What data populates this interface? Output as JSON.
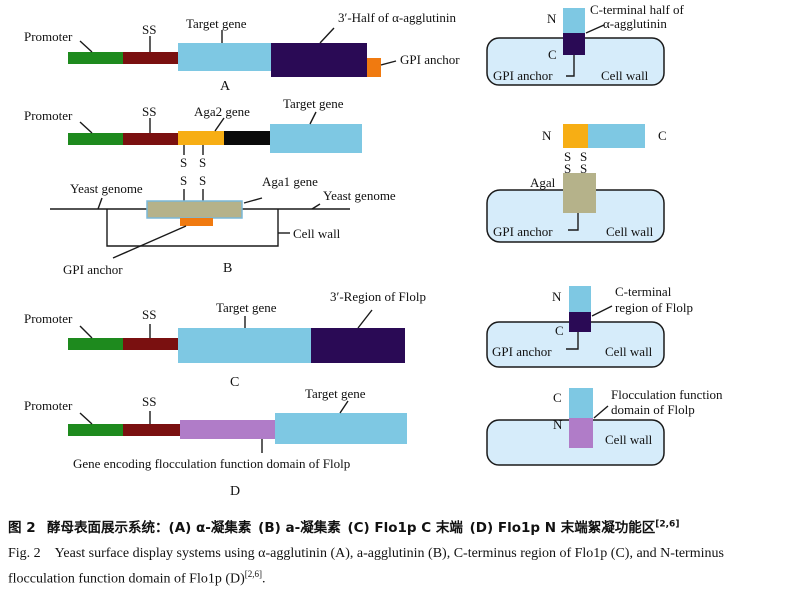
{
  "colors": {
    "promoter": "#1e8a1e",
    "ss": "#7a1010",
    "target": "#7ec8e3",
    "anchor_dark": "#2a0a55",
    "gpi": "#f07a10",
    "aga2": "#f7ae14",
    "black": "#0a0a0a",
    "aga1": "#b5b28a",
    "floc": "#b07cc8",
    "cellwall_fill": "#d6ecfa",
    "outline": "#1a1a1a"
  },
  "panelA": {
    "promoter": "Promoter",
    "ss": "SS",
    "target": "Target gene",
    "half": "3′-Half of α-agglutinin",
    "gpi": "GPI anchor",
    "letter": "A",
    "side": {
      "n": "N",
      "c": "C",
      "top_label_1": "C-terminal half of",
      "top_label_2": "α-agglutinin",
      "gpi": "GPI anchor",
      "wall": "Cell wall"
    }
  },
  "panelB": {
    "promoter": "Promoter",
    "ss": "SS",
    "aga2": "Aga2 gene",
    "target": "Target gene",
    "s": "S",
    "yeast_genome": "Yeast genome",
    "aga1": "Aga1 gene",
    "yeast_genome_2": "Yeast genome",
    "cell_wall": "Cell wall",
    "gpi": "GPI anchor",
    "letter": "B",
    "side": {
      "n": "N",
      "c": "C",
      "s": "S",
      "agal": "Agal",
      "gpi": "GPI anchor",
      "wall": "Cell wall"
    }
  },
  "panelC": {
    "promoter": "Promoter",
    "ss": "SS",
    "target": "Target gene",
    "region": "3′-Region of Flolp",
    "letter": "C",
    "side": {
      "n": "N",
      "c": "C",
      "top_label_1": "C-terminal",
      "top_label_2": "region of Flolp",
      "gpi": "GPI anchor",
      "wall": "Cell wall"
    }
  },
  "panelD": {
    "promoter": "Promoter",
    "ss": "SS",
    "target": "Target gene",
    "floc": "Gene encoding flocculation function domain of Flolp",
    "letter": "D",
    "side": {
      "c": "C",
      "n": "N",
      "top_label_1": "Flocculation function",
      "top_label_2": "domain of Flolp",
      "wall": "Cell wall"
    }
  },
  "caption": {
    "zh": "图 2  酵母表面展示系统：(A) α-凝集素 (B) a-凝集素 (C) Flo1p C 末端 (D) Flo1p N 末端絮凝功能区",
    "zh_ref": "[2,6]",
    "en": "Fig. 2 Yeast surface display systems using α-agglutinin (A), a-agglutinin (B), C-terminus region of Flo1p (C), and N-terminus flocculation function domain of Flo1p (D)",
    "en_ref": "[2,6]",
    "en_end": "."
  }
}
